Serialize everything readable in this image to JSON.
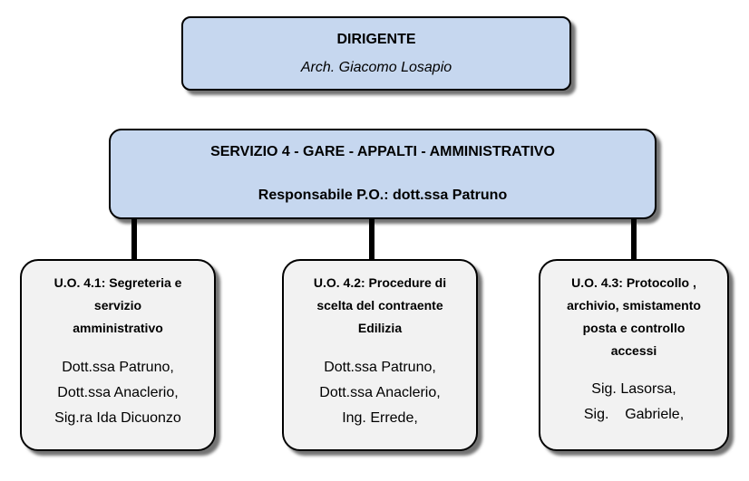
{
  "dirigente": {
    "role": "DIRIGENTE",
    "name": "Arch. Giacomo Losapio"
  },
  "servizio": {
    "title": "SERVIZIO 4 - GARE - APPALTI - AMMINISTRATIVO",
    "responsabile": "Responsabile P.O.: dott.ssa Patruno"
  },
  "units": [
    {
      "title_lines": [
        "U.O. 4.1: Segreteria e",
        "servizio",
        "amministrativo"
      ],
      "members": [
        "Dott.ssa Patruno,",
        "Dott.ssa Anaclerio,",
        "Sig.ra Ida Dicuonzo"
      ]
    },
    {
      "title_lines": [
        "U.O. 4.2: Procedure di",
        "scelta del contraente",
        "Edilizia"
      ],
      "members": [
        "Dott.ssa Patruno,",
        "Dott.ssa Anaclerio,",
        "Ing. Errede,"
      ]
    },
    {
      "title_lines": [
        "U.O. 4.3: Protocollo ,",
        "archivio, smistamento",
        "posta e controllo",
        "accessi"
      ],
      "members": [
        "Sig. Lasorsa,",
        "Sig.    Gabriele,"
      ]
    }
  ],
  "colors": {
    "header_fill": "#c6d7ef",
    "unit_fill": "#f2f2f2",
    "border": "#000000"
  }
}
